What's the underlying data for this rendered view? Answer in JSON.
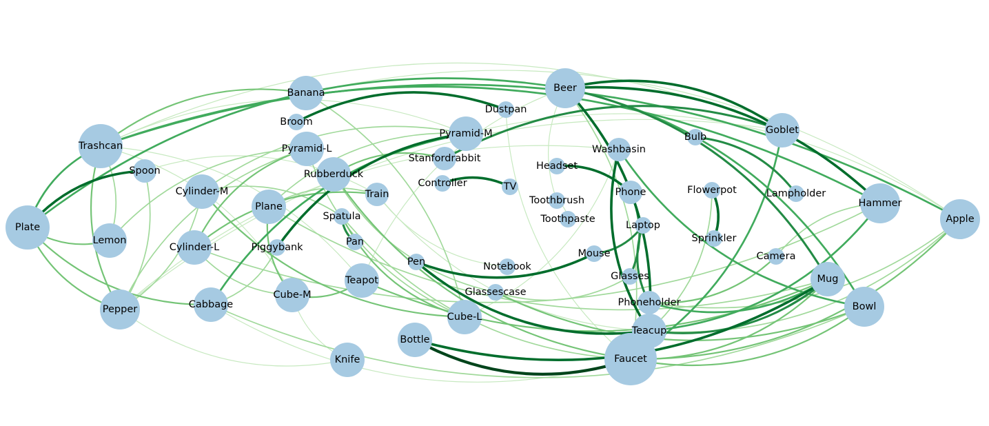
{
  "colors": {
    "background": "#ffffff",
    "node_fill": "#a6cae2",
    "label": "#000000",
    "edge_strength_1": "#c7e9c0",
    "edge_strength_2": "#a1d99b",
    "edge_strength_3": "#74c476",
    "edge_strength_4": "#41ab5d",
    "edge_strength_5": "#238b45",
    "edge_strength_6": "#006d2c",
    "edge_strength_7": "#00441b"
  },
  "nodes": [
    {
      "id": "Trashcan",
      "label": "Trashcan",
      "size": 5
    },
    {
      "id": "Plate",
      "label": "Plate",
      "size": 5
    },
    {
      "id": "Lemon",
      "label": "Lemon",
      "size": 3
    },
    {
      "id": "Spoon",
      "label": "Spoon",
      "size": 2
    },
    {
      "id": "Pepper",
      "label": "Pepper",
      "size": 4
    },
    {
      "id": "Banana",
      "label": "Banana",
      "size": 3
    },
    {
      "id": "Broom",
      "label": "Broom",
      "size": 1
    },
    {
      "id": "Pyramid-L",
      "label": "Pyramid-L",
      "size": 3
    },
    {
      "id": "Cylinder-M",
      "label": "Cylinder-M",
      "size": 3
    },
    {
      "id": "Cylinder-L",
      "label": "Cylinder-L",
      "size": 3
    },
    {
      "id": "Plane",
      "label": "Plane",
      "size": 3
    },
    {
      "id": "Rubberduck",
      "label": "Rubberduck",
      "size": 3
    },
    {
      "id": "Spatula",
      "label": "Spatula",
      "size": 1
    },
    {
      "id": "Pan",
      "label": "Pan",
      "size": 1
    },
    {
      "id": "Piggybank",
      "label": "Piggybank",
      "size": 1
    },
    {
      "id": "Cabbage",
      "label": "Cabbage",
      "size": 3
    },
    {
      "id": "Cube-M",
      "label": "Cube-M",
      "size": 3
    },
    {
      "id": "Train",
      "label": "Train",
      "size": 2
    },
    {
      "id": "Teapot",
      "label": "Teapot",
      "size": 3
    },
    {
      "id": "Knife",
      "label": "Knife",
      "size": 3
    },
    {
      "id": "Pen",
      "label": "Pen",
      "size": 1
    },
    {
      "id": "Bottle",
      "label": "Bottle",
      "size": 3
    },
    {
      "id": "Cube-L",
      "label": "Cube-L",
      "size": 3
    },
    {
      "id": "Dustpan",
      "label": "Dustpan",
      "size": 1
    },
    {
      "id": "Pyramid-M",
      "label": "Pyramid-M",
      "size": 3
    },
    {
      "id": "Stanfordrabbit",
      "label": "Stanfordrabbit",
      "size": 2
    },
    {
      "id": "Controller",
      "label": "Controller",
      "size": 1
    },
    {
      "id": "TV",
      "label": "TV",
      "size": 1
    },
    {
      "id": "Notebook",
      "label": "Notebook",
      "size": 1
    },
    {
      "id": "Glassescase",
      "label": "Glassescase",
      "size": 1
    },
    {
      "id": "Beer",
      "label": "Beer",
      "size": 4
    },
    {
      "id": "Headset",
      "label": "Headset",
      "size": 1
    },
    {
      "id": "Toothbrush",
      "label": "Toothbrush",
      "size": 1
    },
    {
      "id": "Toothpaste",
      "label": "Toothpaste",
      "size": 1
    },
    {
      "id": "Washbasin",
      "label": "Washbasin",
      "size": 2
    },
    {
      "id": "Phone",
      "label": "Phone",
      "size": 2
    },
    {
      "id": "Laptop",
      "label": "Laptop",
      "size": 1
    },
    {
      "id": "Mouse",
      "label": "Mouse",
      "size": 1
    },
    {
      "id": "Glasses",
      "label": "Glasses",
      "size": 1
    },
    {
      "id": "Phoneholder",
      "label": "Phoneholder",
      "size": 2
    },
    {
      "id": "Teacup",
      "label": "Teacup",
      "size": 3
    },
    {
      "id": "Faucet",
      "label": "Faucet",
      "size": 6
    },
    {
      "id": "Bulb",
      "label": "Bulb",
      "size": 1
    },
    {
      "id": "Goblet",
      "label": "Goblet",
      "size": 3
    },
    {
      "id": "Flowerpot",
      "label": "Flowerpot",
      "size": 1
    },
    {
      "id": "Sprinkler",
      "label": "Sprinkler",
      "size": 1
    },
    {
      "id": "Lampholder",
      "label": "Lampholder",
      "size": 1
    },
    {
      "id": "Camera",
      "label": "Camera",
      "size": 1
    },
    {
      "id": "Hammer",
      "label": "Hammer",
      "size": 4
    },
    {
      "id": "Mug",
      "label": "Mug",
      "size": 3
    },
    {
      "id": "Bowl",
      "label": "Bowl",
      "size": 4
    },
    {
      "id": "Apple",
      "label": "Apple",
      "size": 4
    }
  ],
  "edges": [
    {
      "source": "Plate",
      "target": "Trashcan",
      "strength": 4
    },
    {
      "source": "Plate",
      "target": "Beer",
      "strength": 4
    },
    {
      "source": "Plate",
      "target": "Spoon",
      "strength": 6
    },
    {
      "source": "Plate",
      "target": "Pepper",
      "strength": 3
    },
    {
      "source": "Plate",
      "target": "Cabbage",
      "strength": 3
    },
    {
      "source": "Plate",
      "target": "Lemon",
      "strength": 3
    },
    {
      "source": "Trashcan",
      "target": "Apple",
      "strength": 4
    },
    {
      "source": "Trashcan",
      "target": "Hammer",
      "strength": 4
    },
    {
      "source": "Trashcan",
      "target": "Banana",
      "strength": 3
    },
    {
      "source": "Trashcan",
      "target": "Pepper",
      "strength": 3
    },
    {
      "source": "Trashcan",
      "target": "Goblet",
      "strength": 1
    },
    {
      "source": "Trashcan",
      "target": "Lemon",
      "strength": 2
    },
    {
      "source": "Trashcan",
      "target": "Teapot",
      "strength": 1
    },
    {
      "source": "Trashcan",
      "target": "Cube-M",
      "strength": 1
    },
    {
      "source": "Trashcan",
      "target": "Pyramid-M",
      "strength": 1
    },
    {
      "source": "Banana",
      "target": "Apple",
      "strength": 1
    },
    {
      "source": "Banana",
      "target": "Cube-L",
      "strength": 2
    },
    {
      "source": "Broom",
      "target": "Dustpan",
      "strength": 6
    },
    {
      "source": "Beer",
      "target": "Hammer",
      "strength": 6
    },
    {
      "source": "Beer",
      "target": "Teacup",
      "strength": 6
    },
    {
      "source": "Beer",
      "target": "Goblet",
      "strength": 6
    },
    {
      "source": "Beer",
      "target": "Mug",
      "strength": 5
    },
    {
      "source": "Beer",
      "target": "Bowl",
      "strength": 4
    },
    {
      "source": "Beer",
      "target": "Toothbrush",
      "strength": 1
    },
    {
      "source": "Beer",
      "target": "Faucet",
      "strength": 2
    },
    {
      "source": "Pyramid-M",
      "target": "Piggybank",
      "strength": 6
    },
    {
      "source": "Pyramid-M",
      "target": "Cabbage",
      "strength": 4
    },
    {
      "source": "Pyramid-M",
      "target": "Plane",
      "strength": 2
    },
    {
      "source": "Pyramid-M",
      "target": "Apple",
      "strength": 1
    },
    {
      "source": "Stanfordrabbit",
      "target": "Goblet",
      "strength": 5
    },
    {
      "source": "Stanfordrabbit",
      "target": "Rubberduck",
      "strength": 3
    },
    {
      "source": "Controller",
      "target": "TV",
      "strength": 6
    },
    {
      "source": "Headset",
      "target": "Phone",
      "strength": 6
    },
    {
      "source": "Washbasin",
      "target": "Teacup",
      "strength": 6
    },
    {
      "source": "Washbasin",
      "target": "Bowl",
      "strength": 4
    },
    {
      "source": "Washbasin",
      "target": "Pepper",
      "strength": 1
    },
    {
      "source": "Phone",
      "target": "Glasses",
      "strength": 5
    },
    {
      "source": "Laptop",
      "target": "Mouse",
      "strength": 5
    },
    {
      "source": "Laptop",
      "target": "Phoneholder",
      "strength": 5
    },
    {
      "source": "Mouse",
      "target": "Pen",
      "strength": 6
    },
    {
      "source": "Pen",
      "target": "Teacup",
      "strength": 6
    },
    {
      "source": "Teapot",
      "target": "Beer",
      "strength": 1
    },
    {
      "source": "Teapot",
      "target": "Mug",
      "strength": 3
    },
    {
      "source": "Spatula",
      "target": "Pan",
      "strength": 5
    },
    {
      "source": "Spatula",
      "target": "Cylinder-M",
      "strength": 2
    },
    {
      "source": "Spatula",
      "target": "Cube-L",
      "strength": 3
    },
    {
      "source": "Spatula",
      "target": "Faucet",
      "strength": 2
    },
    {
      "source": "Cylinder-L",
      "target": "Hammer",
      "strength": 2
    },
    {
      "source": "Cylinder-L",
      "target": "Train",
      "strength": 3
    },
    {
      "source": "Cylinder-L",
      "target": "Pyramid-L",
      "strength": 3
    },
    {
      "source": "Cylinder-L",
      "target": "Cube-M",
      "strength": 2
    },
    {
      "source": "Cylinder-M",
      "target": "Cube-L",
      "strength": 3
    },
    {
      "source": "Cylinder-M",
      "target": "Pyramid-M",
      "strength": 2
    },
    {
      "source": "Plane",
      "target": "Mug",
      "strength": 2
    },
    {
      "source": "Plane",
      "target": "Train",
      "strength": 2
    },
    {
      "source": "Plane",
      "target": "Cube-M",
      "strength": 3
    },
    {
      "source": "Rubberduck",
      "target": "Faucet",
      "strength": 3
    },
    {
      "source": "Rubberduck",
      "target": "Glassescase",
      "strength": 2
    },
    {
      "source": "Pyramid-L",
      "target": "Pepper",
      "strength": 2
    },
    {
      "source": "Pyramid-L",
      "target": "Cube-L",
      "strength": 2
    },
    {
      "source": "Goblet",
      "target": "Faucet",
      "strength": 4
    },
    {
      "source": "Goblet",
      "target": "Pepper",
      "strength": 1
    },
    {
      "source": "Bulb",
      "target": "Lampholder",
      "strength": 5
    },
    {
      "source": "Flowerpot",
      "target": "Sprinkler",
      "strength": 6
    },
    {
      "source": "Flowerpot",
      "target": "Teacup",
      "strength": 2
    },
    {
      "source": "Mug",
      "target": "Teacup",
      "strength": 5
    },
    {
      "source": "Mug",
      "target": "Faucet",
      "strength": 3
    },
    {
      "source": "Mug",
      "target": "Phoneholder",
      "strength": 4
    },
    {
      "source": "Mug",
      "target": "Bottle",
      "strength": 6
    },
    {
      "source": "Bowl",
      "target": "Glassescase",
      "strength": 3
    },
    {
      "source": "Bowl",
      "target": "Cabbage",
      "strength": 2
    },
    {
      "source": "Bowl",
      "target": "Faucet",
      "strength": 3
    },
    {
      "source": "Apple",
      "target": "Faucet",
      "strength": 3
    },
    {
      "source": "Apple",
      "target": "Teacup",
      "strength": 2
    },
    {
      "source": "Apple",
      "target": "Phoneholder",
      "strength": 2
    },
    {
      "source": "Hammer",
      "target": "Camera",
      "strength": 2
    },
    {
      "source": "Hammer",
      "target": "Teacup",
      "strength": 4
    },
    {
      "source": "Camera",
      "target": "Phoneholder",
      "strength": 3
    },
    {
      "source": "Bottle",
      "target": "Faucet",
      "strength": 7
    },
    {
      "source": "Knife",
      "target": "Cube-M",
      "strength": 1
    },
    {
      "source": "Knife",
      "target": "Pepper",
      "strength": 1
    },
    {
      "source": "Cabbage",
      "target": "Faucet",
      "strength": 1
    },
    {
      "source": "Cube-M",
      "target": "Teapot",
      "strength": 3
    },
    {
      "source": "Cube-L",
      "target": "Washbasin",
      "strength": 1
    },
    {
      "source": "Lemon",
      "target": "Pyramid-L",
      "strength": 2
    },
    {
      "source": "Toothbrush",
      "target": "Toothpaste",
      "strength": 1
    },
    {
      "source": "Glasses",
      "target": "Glassescase",
      "strength": 2
    },
    {
      "source": "Dustpan",
      "target": "Faucet",
      "strength": 1
    },
    {
      "source": "Pepper",
      "target": "Cylinder-M",
      "strength": 2
    },
    {
      "source": "Spoon",
      "target": "Pepper",
      "strength": 2
    },
    {
      "source": "Spoon",
      "target": "Train",
      "strength": 1
    },
    {
      "source": "Train",
      "target": "Teacup",
      "strength": 1
    },
    {
      "source": "Notebook",
      "target": "Train",
      "strength": 1
    },
    {
      "source": "Piggybank",
      "target": "Cabbage",
      "strength": 2
    }
  ]
}
